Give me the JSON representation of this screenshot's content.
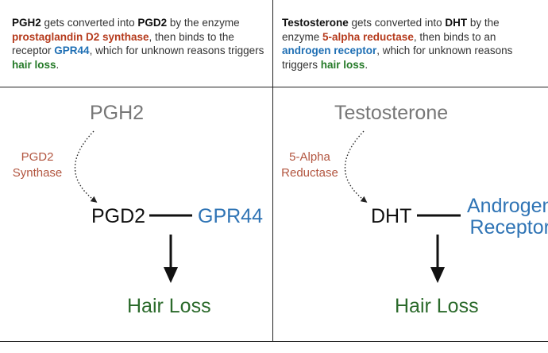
{
  "left": {
    "description": [
      {
        "text": "PGH2",
        "style": "bold-black"
      },
      {
        "text": " gets converted into ",
        "style": "plain"
      },
      {
        "text": "PGD2",
        "style": "bold-black"
      },
      {
        "text": " by the enzyme ",
        "style": "plain"
      },
      {
        "text": "prostaglandin D2 synthase",
        "style": "bold-red"
      },
      {
        "text": ", then binds to the receptor ",
        "style": "plain"
      },
      {
        "text": "GPR44",
        "style": "bold-blue"
      },
      {
        "text": ", which for unknown reasons triggers ",
        "style": "plain"
      },
      {
        "text": "hair loss",
        "style": "bold-green"
      },
      {
        "text": ".",
        "style": "plain"
      }
    ],
    "precursor": "PGH2",
    "enzyme": [
      "PGD2",
      "Synthase"
    ],
    "product": "PGD2",
    "receptor": [
      "GPR44"
    ],
    "outcome": "Hair Loss"
  },
  "right": {
    "description": [
      {
        "text": "Testosterone",
        "style": "bold-black"
      },
      {
        "text": " gets converted into ",
        "style": "plain"
      },
      {
        "text": "DHT",
        "style": "bold-black"
      },
      {
        "text": " by the enzyme ",
        "style": "plain"
      },
      {
        "text": "5-alpha reductase",
        "style": "bold-red"
      },
      {
        "text": ", then binds to an ",
        "style": "plain"
      },
      {
        "text": "androgen receptor",
        "style": "bold-blue"
      },
      {
        "text": ", which for unknown reasons triggers ",
        "style": "plain"
      },
      {
        "text": "hair loss",
        "style": "bold-green"
      },
      {
        "text": ".",
        "style": "plain"
      }
    ],
    "precursor": "Testosterone",
    "enzyme": [
      "5-Alpha",
      "Reductase"
    ],
    "product": "DHT",
    "receptor": [
      "Androgen",
      "Receptor"
    ],
    "outcome": "Hair Loss"
  },
  "colors": {
    "precursor": "#777777",
    "enzyme": "#b2553f",
    "receptor": "#2f74b5",
    "outcome": "#2b6a2b",
    "keyword_red": "#b53a1c",
    "keyword_blue": "#1f6fb4",
    "keyword_green": "#257a28"
  }
}
